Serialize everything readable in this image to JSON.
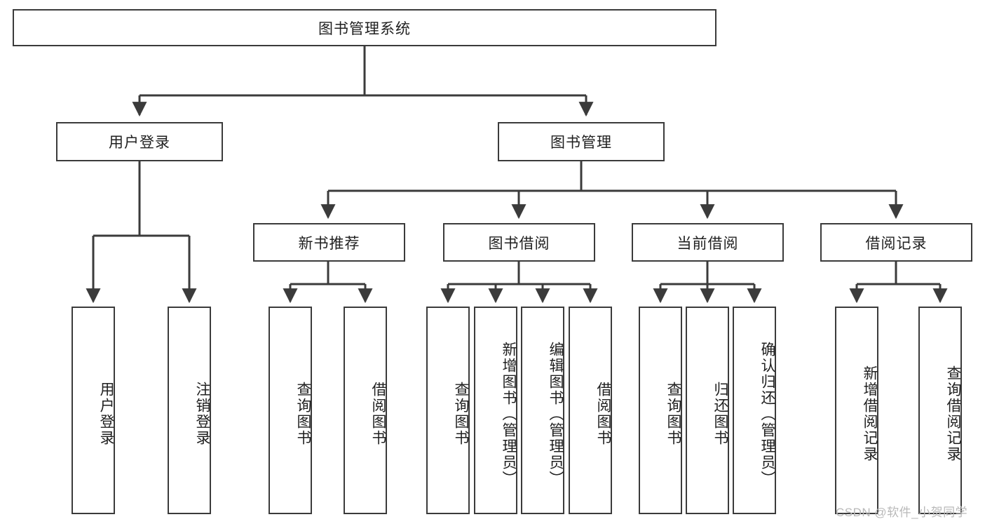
{
  "diagram": {
    "title": "图书管理系统",
    "root": {
      "label": "图书管理系统"
    },
    "level2": [
      {
        "label": "用户登录"
      },
      {
        "label": "图书管理"
      }
    ],
    "level3": [
      {
        "label": "新书推荐"
      },
      {
        "label": "图书借阅"
      },
      {
        "label": "当前借阅"
      },
      {
        "label": "借阅记录"
      }
    ],
    "leaves": {
      "user_login": [
        {
          "label": "用户登录"
        },
        {
          "label": "注销登录"
        }
      ],
      "new_book_recommend": [
        {
          "label": "查询图书"
        },
        {
          "label": "借阅图书"
        }
      ],
      "book_borrow": [
        {
          "label": "查询图书"
        },
        {
          "label": "新增图书（管理员）"
        },
        {
          "label": "编辑图书（管理员）"
        },
        {
          "label": "借阅图书"
        }
      ],
      "current_borrow": [
        {
          "label": "查询图书"
        },
        {
          "label": "归还图书"
        },
        {
          "label": "确认归还（管理员）"
        }
      ],
      "borrow_records": [
        {
          "label": "新增借阅记录"
        },
        {
          "label": "查询借阅记录"
        }
      ]
    }
  },
  "watermark": {
    "text": "CSDN @软件_小贺同学"
  },
  "colors": {
    "stroke": "#3b3b3b",
    "text": "#1f1f1f",
    "background": "#ffffff",
    "watermark": "#b9b9b9"
  }
}
